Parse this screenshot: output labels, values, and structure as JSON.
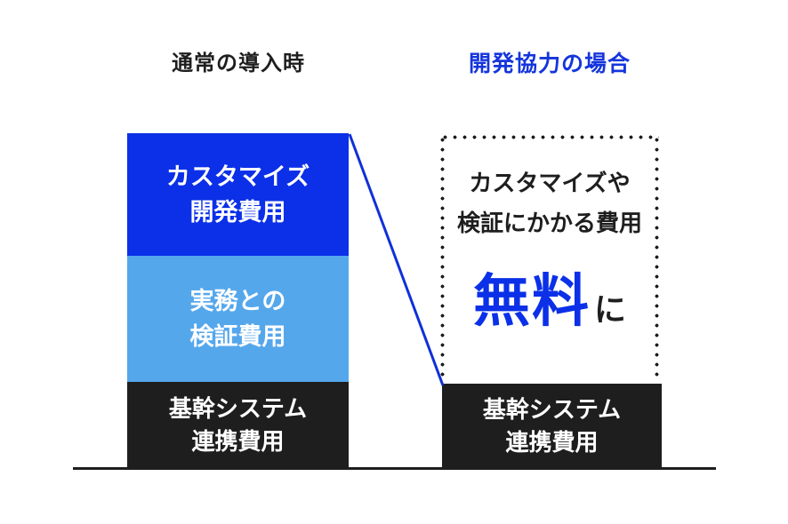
{
  "colors": {
    "primary_blue": "#0b30e8",
    "light_blue": "#55a7ec",
    "dark": "#1e1e1e",
    "title_blue": "#1535dc",
    "background": "#ffffff"
  },
  "left_column": {
    "title": "通常の導入時",
    "segments": [
      {
        "name": "customization-development-cost",
        "line1": "カスタマイズ",
        "line2": "開発費用",
        "color": "#0b30e8"
      },
      {
        "name": "practical-verification-cost",
        "line1": "実務との",
        "line2": "検証費用",
        "color": "#55a7ec"
      },
      {
        "name": "core-system-integration-cost",
        "line1": "基幹システム",
        "line2": "連携費用",
        "color": "#1e1e1e"
      }
    ]
  },
  "right_column": {
    "title": "開発協力の場合",
    "free_box": {
      "line1": "カスタマイズや",
      "line2": "検証にかかる費用",
      "highlight": "無料",
      "suffix": "に"
    },
    "segment": {
      "name": "core-system-integration-cost",
      "line1": "基幹システム",
      "line2": "連携費用",
      "color": "#1e1e1e"
    }
  }
}
